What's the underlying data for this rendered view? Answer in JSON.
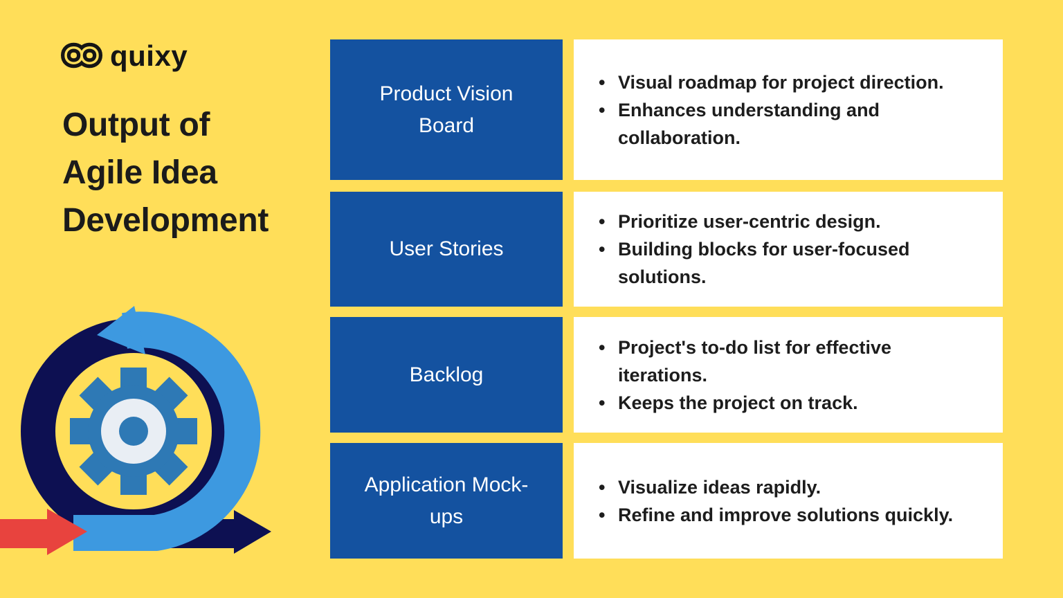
{
  "logo": {
    "text": "quixy",
    "mark_icon": "infinity-loop-icon"
  },
  "title": {
    "lines": [
      "Output of",
      "Agile Idea",
      "Development"
    ]
  },
  "rows": [
    {
      "label": "Product Vision Board",
      "bullets": [
        "Visual roadmap for project direction.",
        "Enhances understanding and collaboration."
      ]
    },
    {
      "label": "User Stories",
      "bullets": [
        "Prioritize user-centric design.",
        "Building blocks for user-focused solutions."
      ]
    },
    {
      "label": "Backlog",
      "bullets": [
        "Project's to-do list for effective iterations.",
        "Keeps the project on track."
      ]
    },
    {
      "label": "Application Mock-ups",
      "bullets": [
        "Visualize ideas rapidly.",
        "Refine and improve solutions quickly."
      ]
    }
  ],
  "icons": {
    "agile_sprint": "agile-sprint-cycle-icon",
    "gear": "gear-icon"
  },
  "colors": {
    "background": "#FFDE59",
    "label_box": "#1452A0",
    "content_box": "#FFFFFF",
    "label_text": "#FFFFFF",
    "body_text": "#1D1D1D",
    "logo_black": "#151515",
    "icon_navy": "#0D1052",
    "icon_light_blue": "#3D99E0",
    "icon_gear_blue": "#2E79B5",
    "icon_gear_hub": "#E9EEF4",
    "icon_red": "#E8433E"
  }
}
